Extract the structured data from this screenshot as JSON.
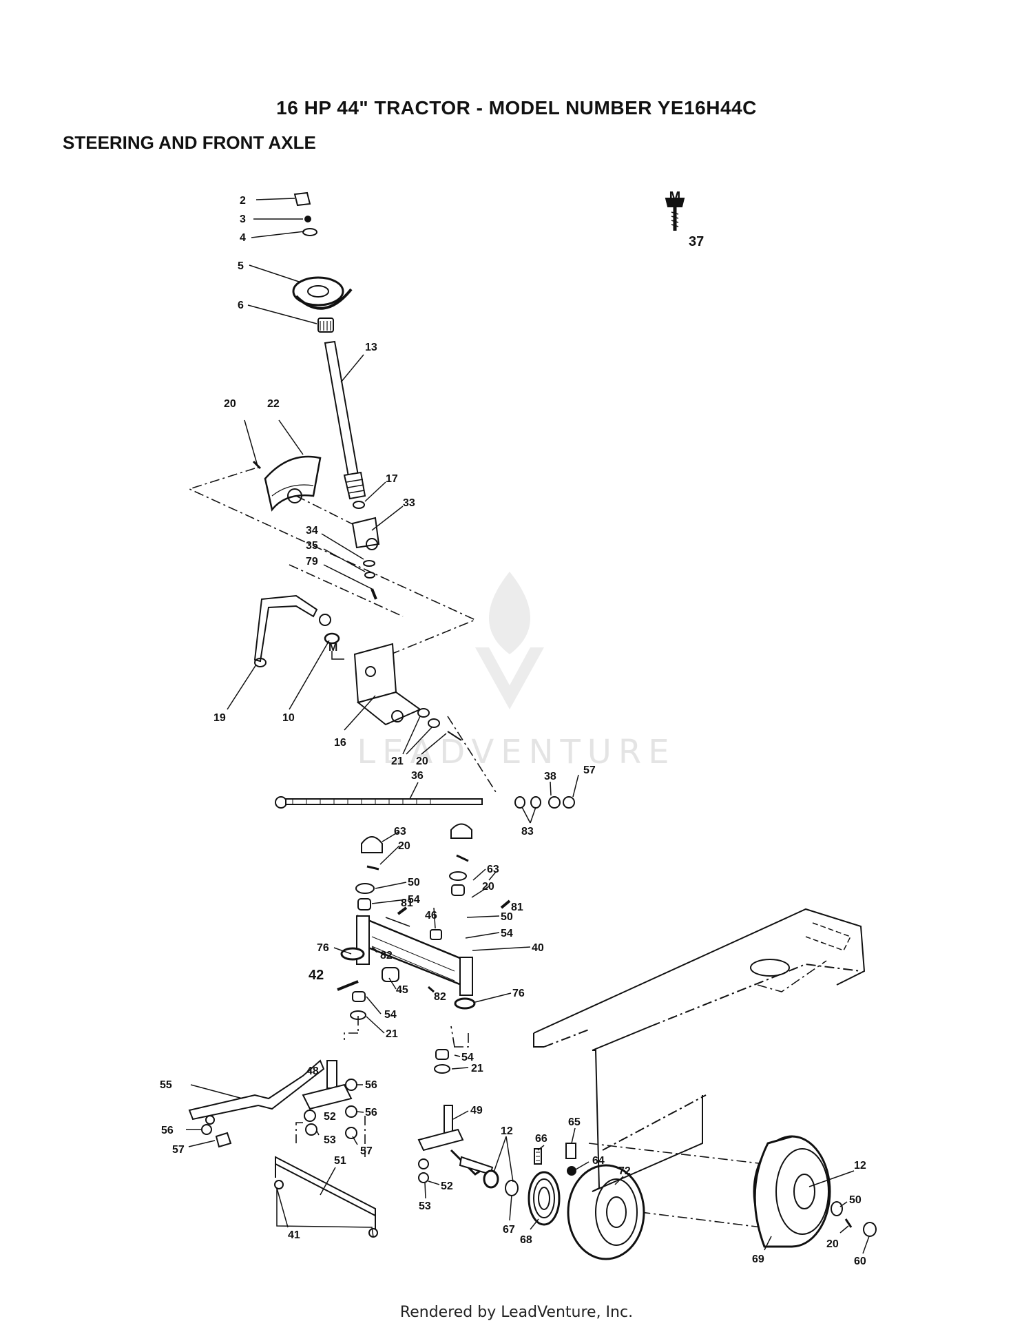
{
  "document": {
    "title": "16 HP 44\" TRACTOR - MODEL NUMBER YE16H44C",
    "subtitle": "STEERING AND FRONT AXLE",
    "footer": "Rendered by LeadVenture, Inc.",
    "watermark": "LEADVENTURE"
  },
  "hardware_pack": {
    "letter": "M",
    "part": "37"
  },
  "callouts": {
    "c2": "2",
    "c3": "3",
    "c4": "4",
    "c5": "5",
    "c6": "6",
    "c13": "13",
    "c20a": "20",
    "c22": "22",
    "c17": "17",
    "c33": "33",
    "c34": "34",
    "c35": "35",
    "c79": "79",
    "c19": "19",
    "c10": "10",
    "cM": "M",
    "c16": "16",
    "c21a": "21",
    "c20b": "20",
    "c36": "36",
    "c38": "38",
    "c57a": "57",
    "c83": "83",
    "c63a": "63",
    "c20c": "20",
    "c50a": "50",
    "c54a": "54",
    "c63b": "63",
    "c20d": "20",
    "c81a": "81",
    "c81b": "81",
    "c46": "46",
    "c50b": "50",
    "c54b": "54",
    "c76a": "76",
    "c82a": "82",
    "c42": "42",
    "c45": "45",
    "c40": "40",
    "c82b": "82",
    "c76b": "76",
    "c54c": "54",
    "c21b": "21",
    "c48": "48",
    "c55": "55",
    "c56a": "56",
    "c52a": "52",
    "c56b": "56",
    "c53a": "53",
    "c57b": "57",
    "c56c": "56",
    "c57c": "57",
    "c54d": "54",
    "c21c": "21",
    "c49": "49",
    "c51": "51",
    "c41": "41",
    "c52b": "52",
    "c53b": "53",
    "c12a": "12",
    "c66": "66",
    "c65": "65",
    "c64": "64",
    "c72": "72",
    "c67": "67",
    "c68": "68",
    "c12b": "12",
    "c50c": "50",
    "c69": "69",
    "c20e": "20",
    "c60": "60"
  }
}
